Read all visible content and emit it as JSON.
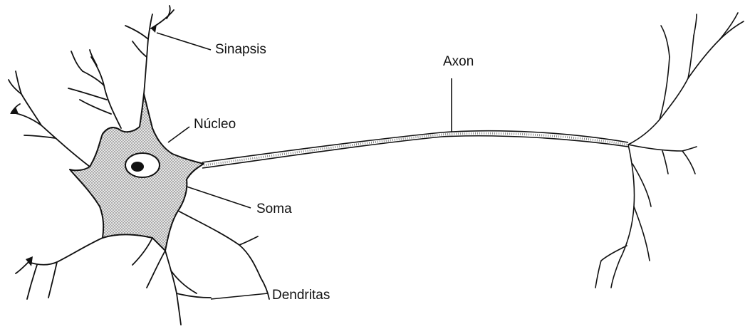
{
  "colors": {
    "stroke": "#111111",
    "soma_fill": "#d9d9d9",
    "background": "#ffffff"
  },
  "labels": {
    "sinapsis": "Sinapsis",
    "axon": "Axon",
    "nucleo": "Núcleo",
    "soma": "Soma",
    "dendritas": "Dendritas"
  }
}
